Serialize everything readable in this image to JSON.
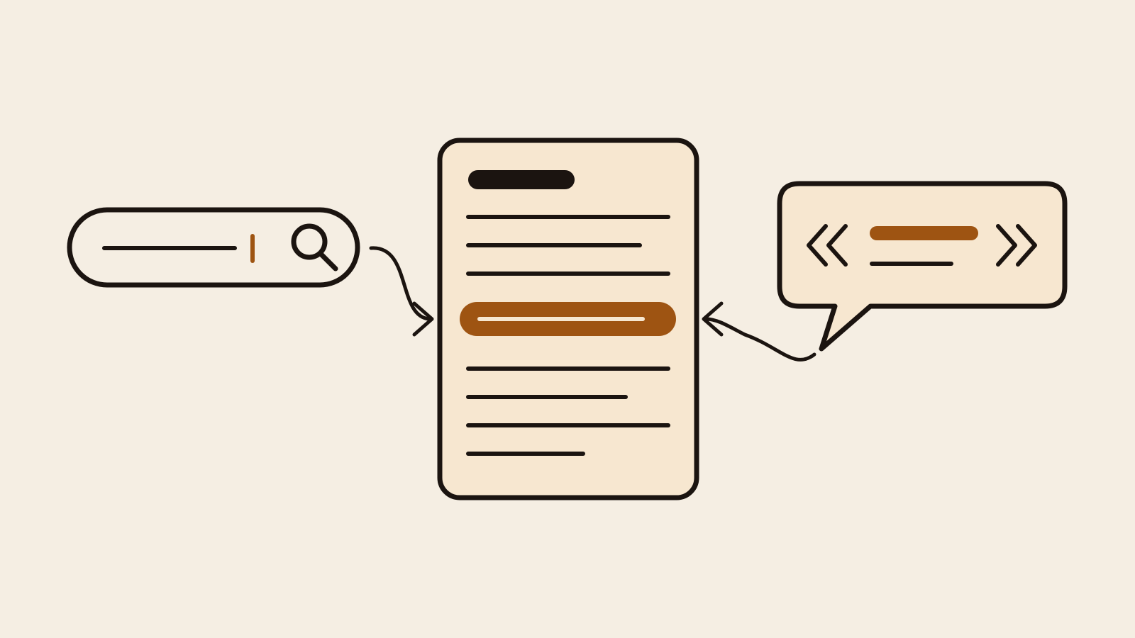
{
  "colors": {
    "background": "#F5EEE3",
    "panel_fill": "#F7E7D0",
    "ink": "#1B1410",
    "accent": "#9E5412",
    "highlight_line": "#F7E7D0"
  },
  "icons": {
    "search": "magnifier-icon",
    "text_cursor": "text-cursor-icon",
    "prev": "double-chevron-left-icon",
    "next": "double-chevron-right-icon",
    "arrow_in_left": "curved-arrow-icon",
    "arrow_in_right": "curved-arrow-icon"
  },
  "diagram": {
    "components": [
      "search-bar",
      "document-card",
      "speech-bubble"
    ],
    "document_line_count": 8,
    "highlighted_line_index": 3
  }
}
